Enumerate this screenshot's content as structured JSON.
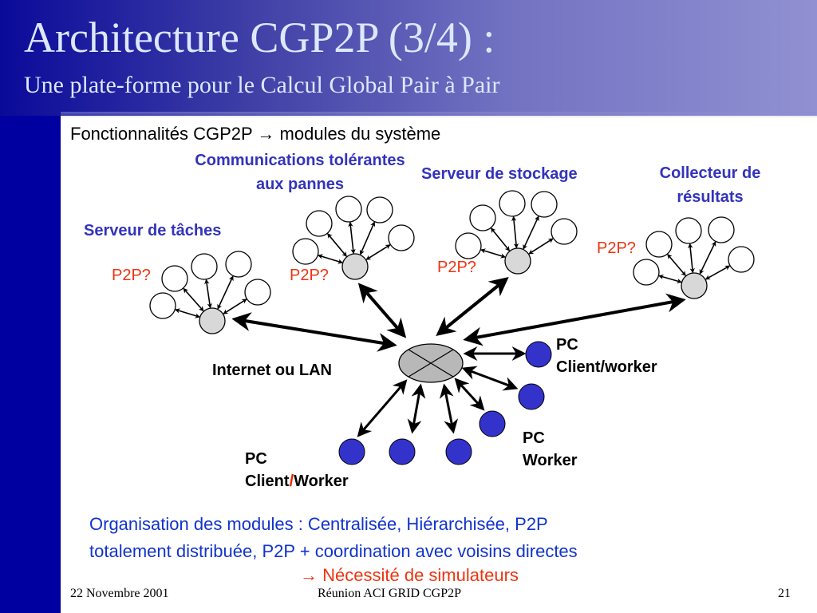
{
  "slide": {
    "title": "Architecture CGP2P (3/4) :",
    "subtitle": "Une plate-forme pour le Calcul Global Pair à Pair",
    "intro": {
      "text": "Fonctionnalités CGP2P",
      "arrow": "→",
      "rest": "modules du système"
    },
    "colors": {
      "header_dark": "#0a0a9a",
      "header_light": "#9090d2",
      "label_blue": "#3333bb",
      "p2p_red": "#ee3311",
      "node_blue": "#3333cc",
      "server_gray": "#d8d8d8"
    }
  },
  "diagram": {
    "modules": [
      {
        "name": "task-server",
        "label_lines": [
          "Serveur de tâches"
        ],
        "p2p": "P2P?"
      },
      {
        "name": "fault-tolerant-comms",
        "label_lines": [
          "Communications tolérantes",
          "aux pannes"
        ],
        "p2p": "P2P?"
      },
      {
        "name": "storage-server",
        "label_lines": [
          "Serveur de stockage"
        ],
        "p2p": "P2P?"
      },
      {
        "name": "result-collector",
        "label_lines": [
          "Collecteur de",
          "résultats"
        ],
        "p2p": "P2P?"
      }
    ],
    "network_label": "Internet ou LAN",
    "pc_client_worker_right": [
      "PC",
      "Client/worker"
    ],
    "pc_worker": [
      "PC",
      "Worker"
    ],
    "pc_client_worker_bottom": {
      "line1": "PC",
      "part1": "Client",
      "slash": "/",
      "part2": "Worker"
    }
  },
  "organisation": {
    "line1": "Organisation des modules : Centralisée, Hiérarchisée, P2P",
    "line2": "totalement distribuée, P2P + coordination avec voisins directes",
    "conclusion_arrow": "→",
    "conclusion": "Nécessité de simulateurs"
  },
  "footer": {
    "date": "22 Novembre 2001",
    "event": "Réunion ACI GRID CGP2P",
    "page": "21"
  }
}
